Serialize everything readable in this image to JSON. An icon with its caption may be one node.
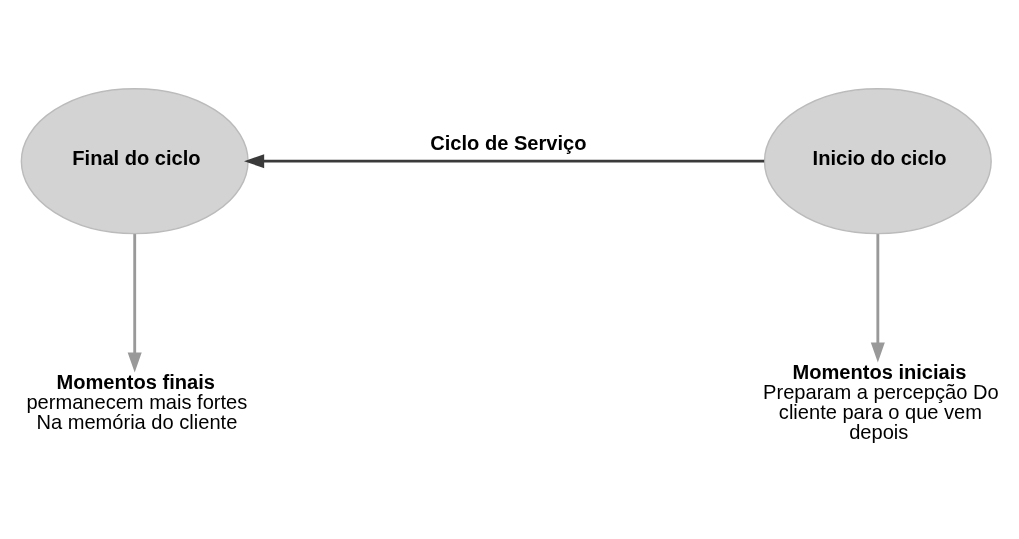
{
  "diagram": {
    "nodes": [
      {
        "text": [
          "Final do ciclo"
        ]
      },
      {
        "text": [
          "Inicio do ciclo"
        ]
      },
      {
        "text": [
          "Momentos finais",
          "permanecem mais fortes Na memória do cliente"
        ]
      },
      {
        "text": [
          "Momentos iniciais",
          "Preparam a percepção Do cliente para o que vem depois"
        ]
      }
    ],
    "edges": [
      {
        "from": 1,
        "to": 0,
        "arrow": "to",
        "label": "Ciclo de Serviço",
        "color": "#3a3a3a"
      },
      {
        "from": 0,
        "to": 2,
        "arrow": "to"
      },
      {
        "from": 1,
        "to": 3,
        "arrow": "to"
      }
    ]
  }
}
